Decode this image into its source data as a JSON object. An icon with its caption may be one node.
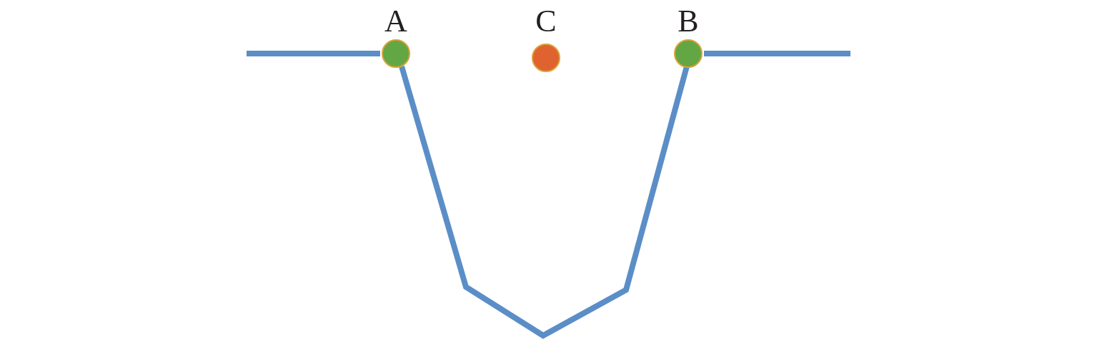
{
  "diagram": {
    "nodes": [
      {
        "text": [
          "A"
        ]
      },
      {
        "text": [
          "C"
        ]
      },
      {
        "text": [
          "B"
        ]
      }
    ],
    "edges": [
      {
        "from": null,
        "to": 0,
        "arrow": "none"
      },
      {
        "from": 0,
        "to": 2,
        "arrow": "none"
      },
      {
        "from": 2,
        "to": null,
        "arrow": "none"
      }
    ]
  }
}
